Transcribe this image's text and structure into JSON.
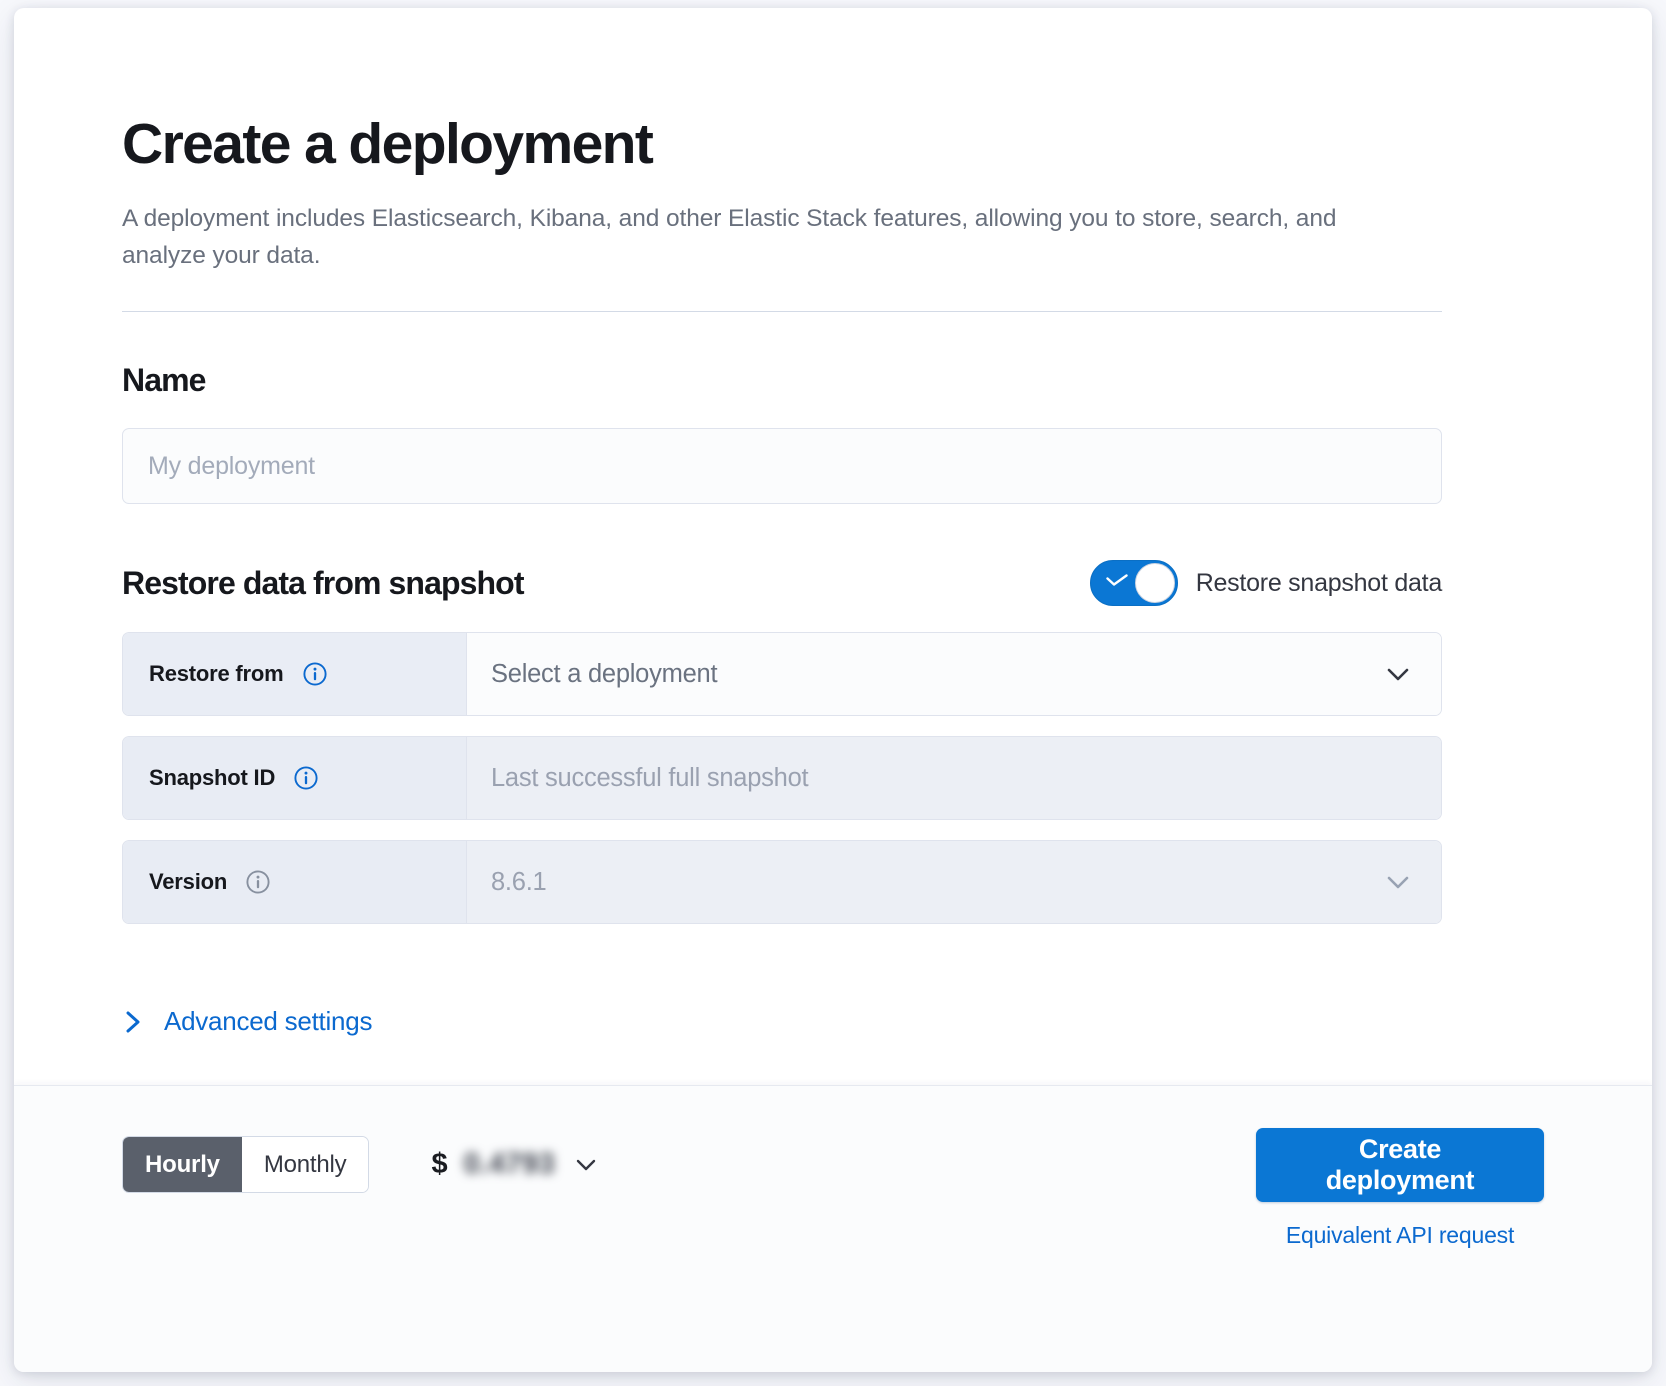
{
  "header": {
    "title": "Create a deployment",
    "description": "A deployment includes Elasticsearch, Kibana, and other Elastic Stack features, allowing you to store, search, and analyze your data."
  },
  "name_section": {
    "title": "Name",
    "input_placeholder": "My deployment",
    "input_value": ""
  },
  "restore_section": {
    "title": "Restore data from snapshot",
    "toggle": {
      "label": "Restore snapshot data",
      "checked": true,
      "on_color": "#0b77d4"
    },
    "rows": [
      {
        "label": "Restore from",
        "info_icon": "info-circle-icon",
        "info_icon_color": "#0b69cf",
        "value": "Select a deployment",
        "is_placeholder": true,
        "control": "chevron-down-icon",
        "disabled": false
      },
      {
        "label": "Snapshot ID",
        "info_icon": "info-circle-icon",
        "info_icon_color": "#0b69cf",
        "value": "Last successful full snapshot",
        "is_placeholder": true,
        "control": "none",
        "disabled": true
      },
      {
        "label": "Version",
        "info_icon": "info-circle-icon",
        "info_icon_color": "#87909f",
        "value": "8.6.1",
        "is_placeholder": false,
        "control": "chevron-down-icon",
        "disabled": true
      }
    ]
  },
  "advanced": {
    "label": "Advanced settings",
    "icon": "chevron-right-icon",
    "color": "#0b69cf"
  },
  "footer": {
    "billing_options": [
      {
        "label": "Hourly",
        "selected": true
      },
      {
        "label": "Monthly",
        "selected": false
      }
    ],
    "price": {
      "currency_symbol": "$",
      "amount": "0.4793",
      "obscured": true,
      "control": "chevron-down-icon"
    },
    "primary_button": "Create deployment",
    "api_link": "Equivalent API request",
    "accent_color": "#0b77d4"
  }
}
